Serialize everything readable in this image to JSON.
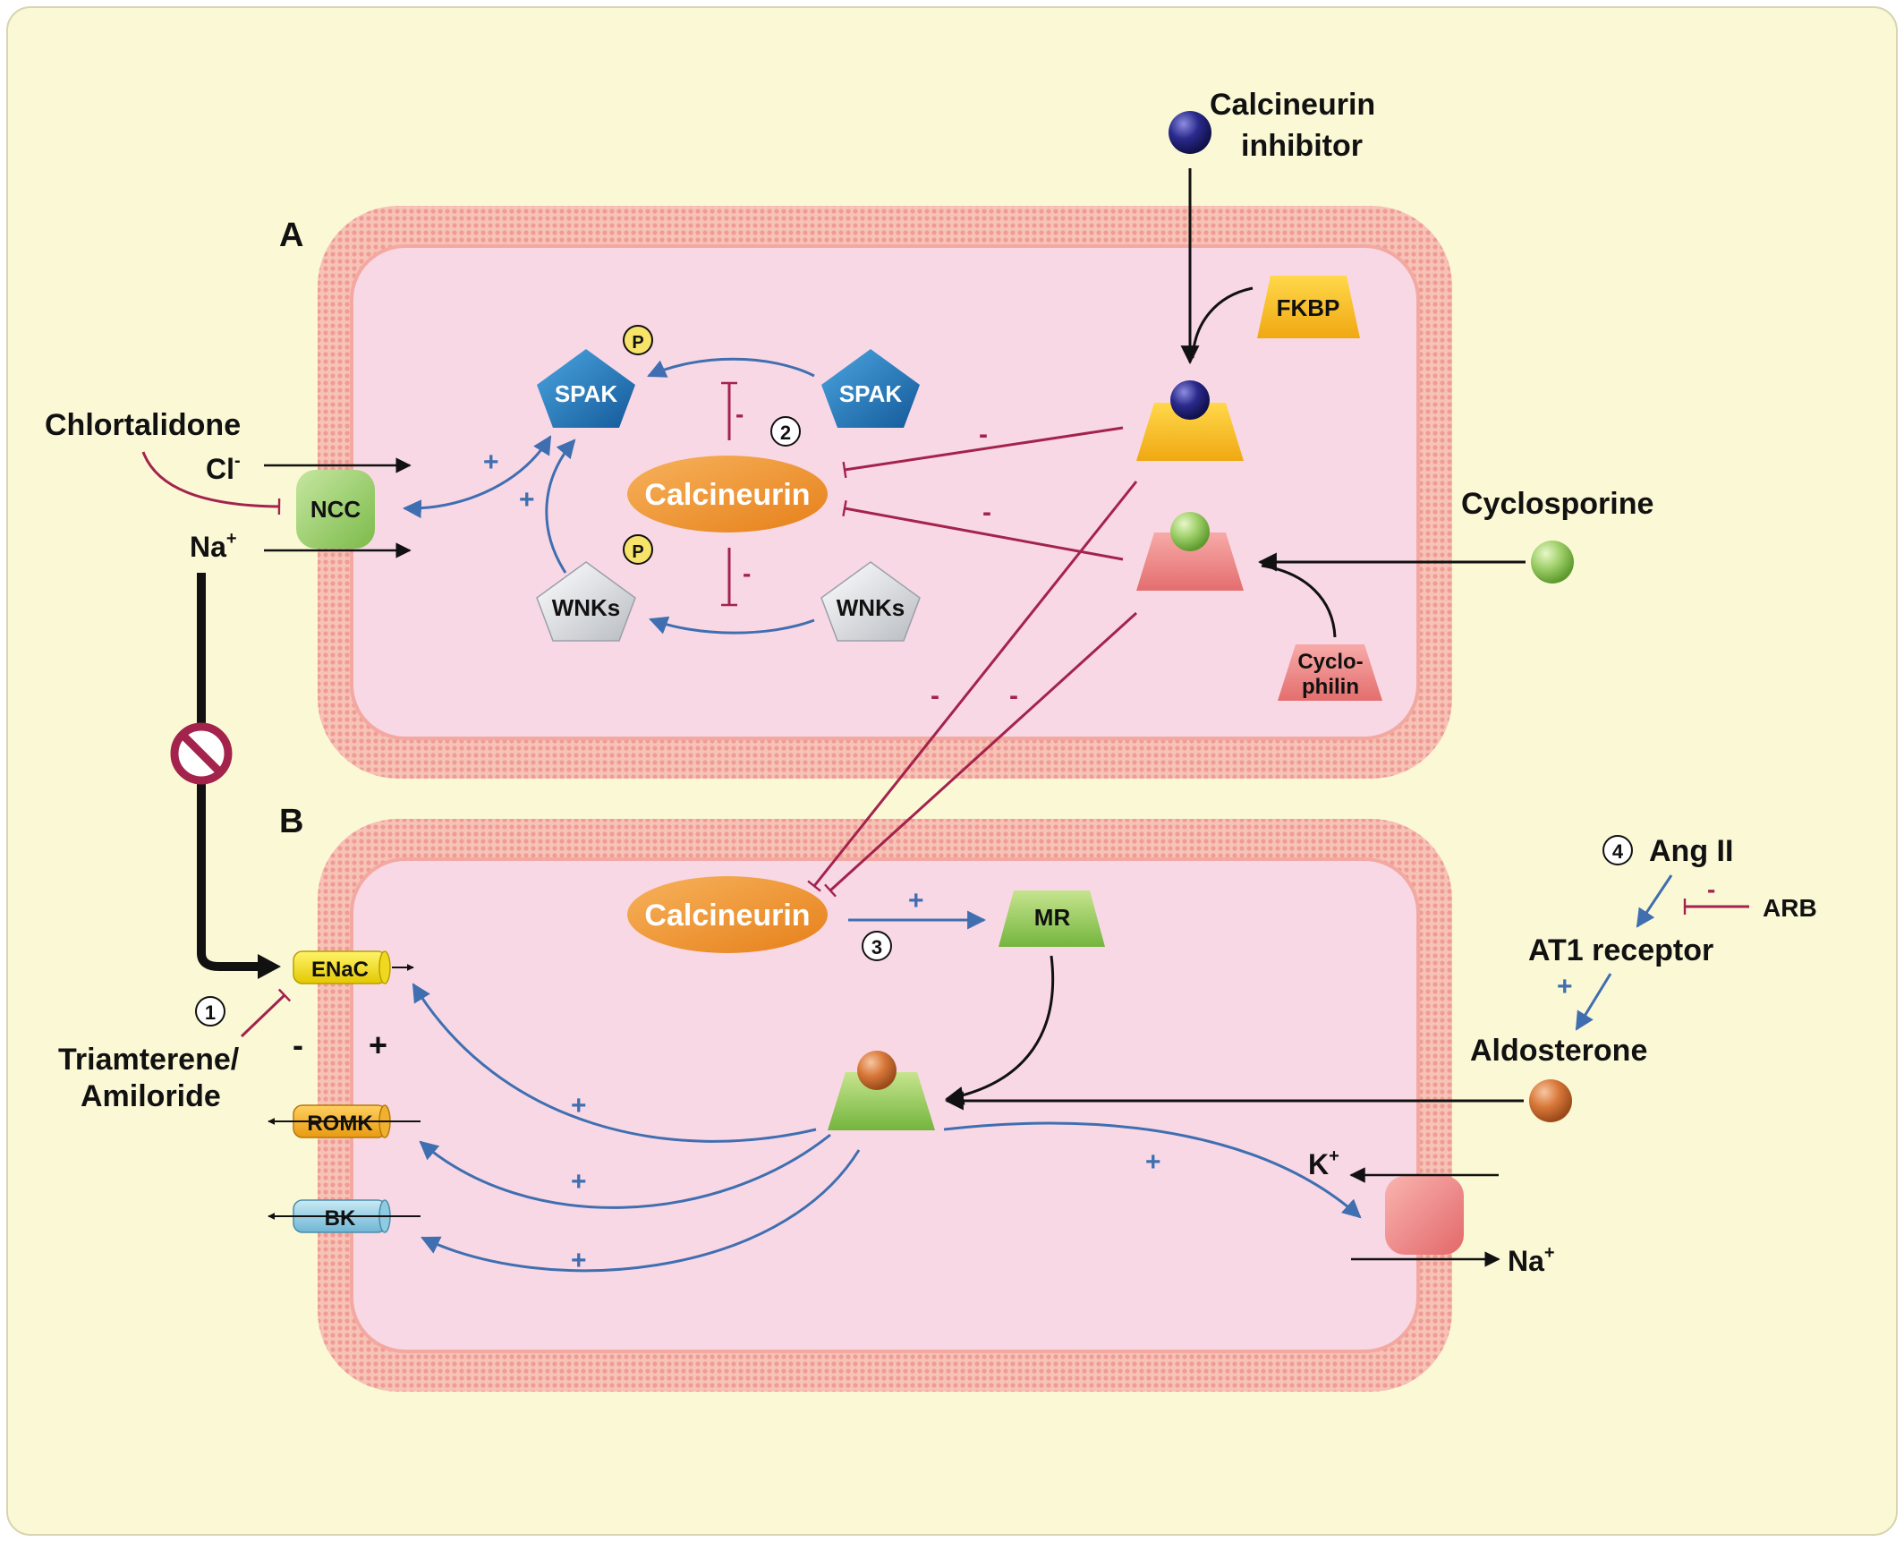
{
  "panels": {
    "a": "A",
    "b": "B"
  },
  "drugs": {
    "calcineurin_inhibitor_line1": "Calcineurin",
    "calcineurin_inhibitor_line2": "inhibitor",
    "cyclosporine": "Cyclosporine",
    "chlortalidone": "Chlortalidone",
    "triamterene_line1": "Triamterene/",
    "triamterene_line2": "Amiloride",
    "arb": "ARB"
  },
  "proteins": {
    "fkbp": "FKBP",
    "cyclophilin_line1": "Cyclo-",
    "cyclophilin_line2": "philin",
    "calcineurin": "Calcineurin",
    "spak": "SPAK",
    "wnks": "WNKs",
    "phospho": "P",
    "ncc": "NCC",
    "mr": "MR",
    "enac": "ENaC",
    "romk": "ROMK",
    "bk": "BK",
    "ang2": "Ang II",
    "at1": "AT1 receptor",
    "aldosterone": "Aldosterone"
  },
  "ions": {
    "cl": "Cl",
    "cl_sup": "-",
    "na": "Na",
    "na_sup": "+",
    "k": "K",
    "k_sup": "+"
  },
  "signs": {
    "plus": "+",
    "minus": "-"
  },
  "steps": {
    "s1": "1",
    "s2": "2",
    "s3": "3",
    "s4": "4"
  },
  "colors": {
    "background": "#fbf8d6",
    "cell_fill": "#f9d8e6",
    "membrane": "#f5b3a9",
    "activation_arrow": "#3f6fb0",
    "inhibition_line": "#a3234c",
    "calcineurin": "#f0922c",
    "spak": "#1d72b8",
    "fkbp": "#f5c21a",
    "cyclophilin": "#e87f7e",
    "mr": "#8bc34a",
    "enac": "#f7e21a",
    "romk": "#f2a91c",
    "bk": "#8fcbe0",
    "ncc": "#9ccf6a"
  },
  "icons": [
    "prohibited-icon",
    "phosphate-icon",
    "cell-membrane-icon"
  ]
}
